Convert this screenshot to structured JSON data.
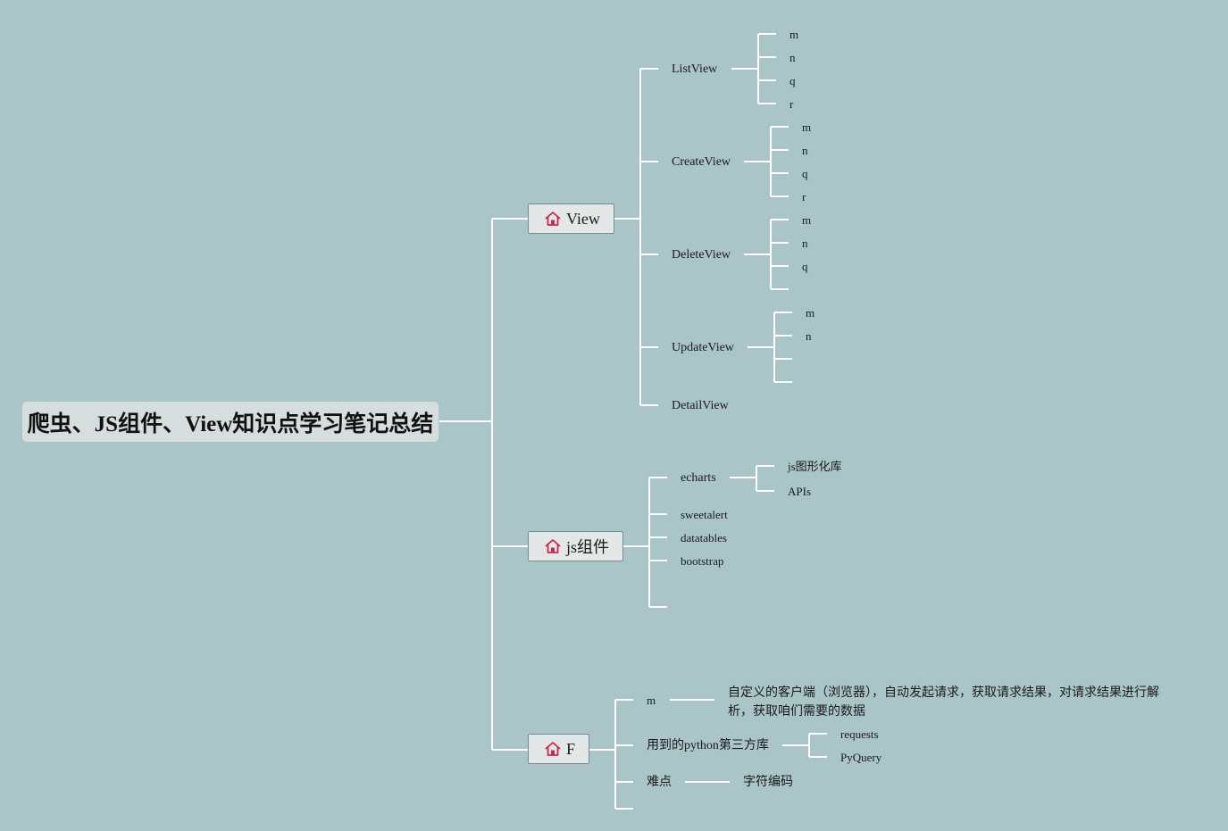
{
  "root": {
    "title": "爬虫、JS组件、View知识点学习笔记总结"
  },
  "branches": {
    "view": {
      "label": "View",
      "icon": "home-icon",
      "children": [
        {
          "label": "ListView",
          "leaves": [
            "m",
            "n",
            "q",
            "r"
          ]
        },
        {
          "label": "CreateView",
          "leaves": [
            "m",
            "n",
            "q",
            "r"
          ]
        },
        {
          "label": "DeleteView",
          "leaves": [
            "m",
            "n",
            "q"
          ]
        },
        {
          "label": "UpdateView",
          "leaves": [
            "m",
            "n"
          ]
        },
        {
          "label": "DetailView"
        }
      ]
    },
    "js": {
      "label": "js组件",
      "icon": "home-icon",
      "children": [
        {
          "label": "echarts",
          "leaves": [
            "js图形化库",
            "APIs"
          ]
        },
        {
          "label": "sweetalert"
        },
        {
          "label": "datatables"
        },
        {
          "label": "bootstrap"
        }
      ]
    },
    "f": {
      "label": "F",
      "icon": "home-icon",
      "children": [
        {
          "label": "m",
          "description": "自定义的客户端（浏览器），自动发起请求，获取请求结果，对请求结果进行解析，获取咱们需要的数据"
        },
        {
          "label": "用到的python第三方库",
          "leaves": [
            "requests",
            "PyQuery"
          ]
        },
        {
          "label": "难点",
          "leaves": [
            "字符编码"
          ]
        }
      ]
    }
  },
  "colors": {
    "background": "#a9c5c8",
    "connector": "#ffffff",
    "icon": "#c8294c"
  }
}
